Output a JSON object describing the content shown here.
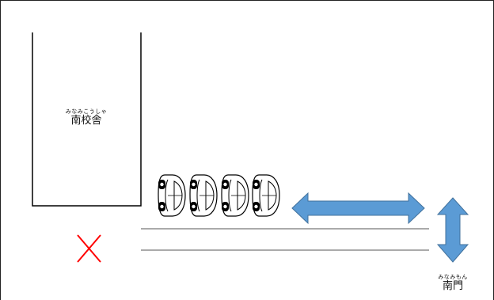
{
  "building": {
    "ruby": "みなみこうしゃ",
    "name": "南校舎"
  },
  "gate": {
    "ruby": "みなみもん",
    "name": "南門"
  },
  "marks": {
    "cross_color": "#ff0000",
    "arrow_color": "#5b9bd5",
    "cars_shown": 4
  },
  "icons": {
    "cross": "cross-mark-icon",
    "car": "car-icon",
    "horizontal_arrow": "double-arrow-horizontal-icon",
    "vertical_arrow": "double-arrow-vertical-icon"
  }
}
